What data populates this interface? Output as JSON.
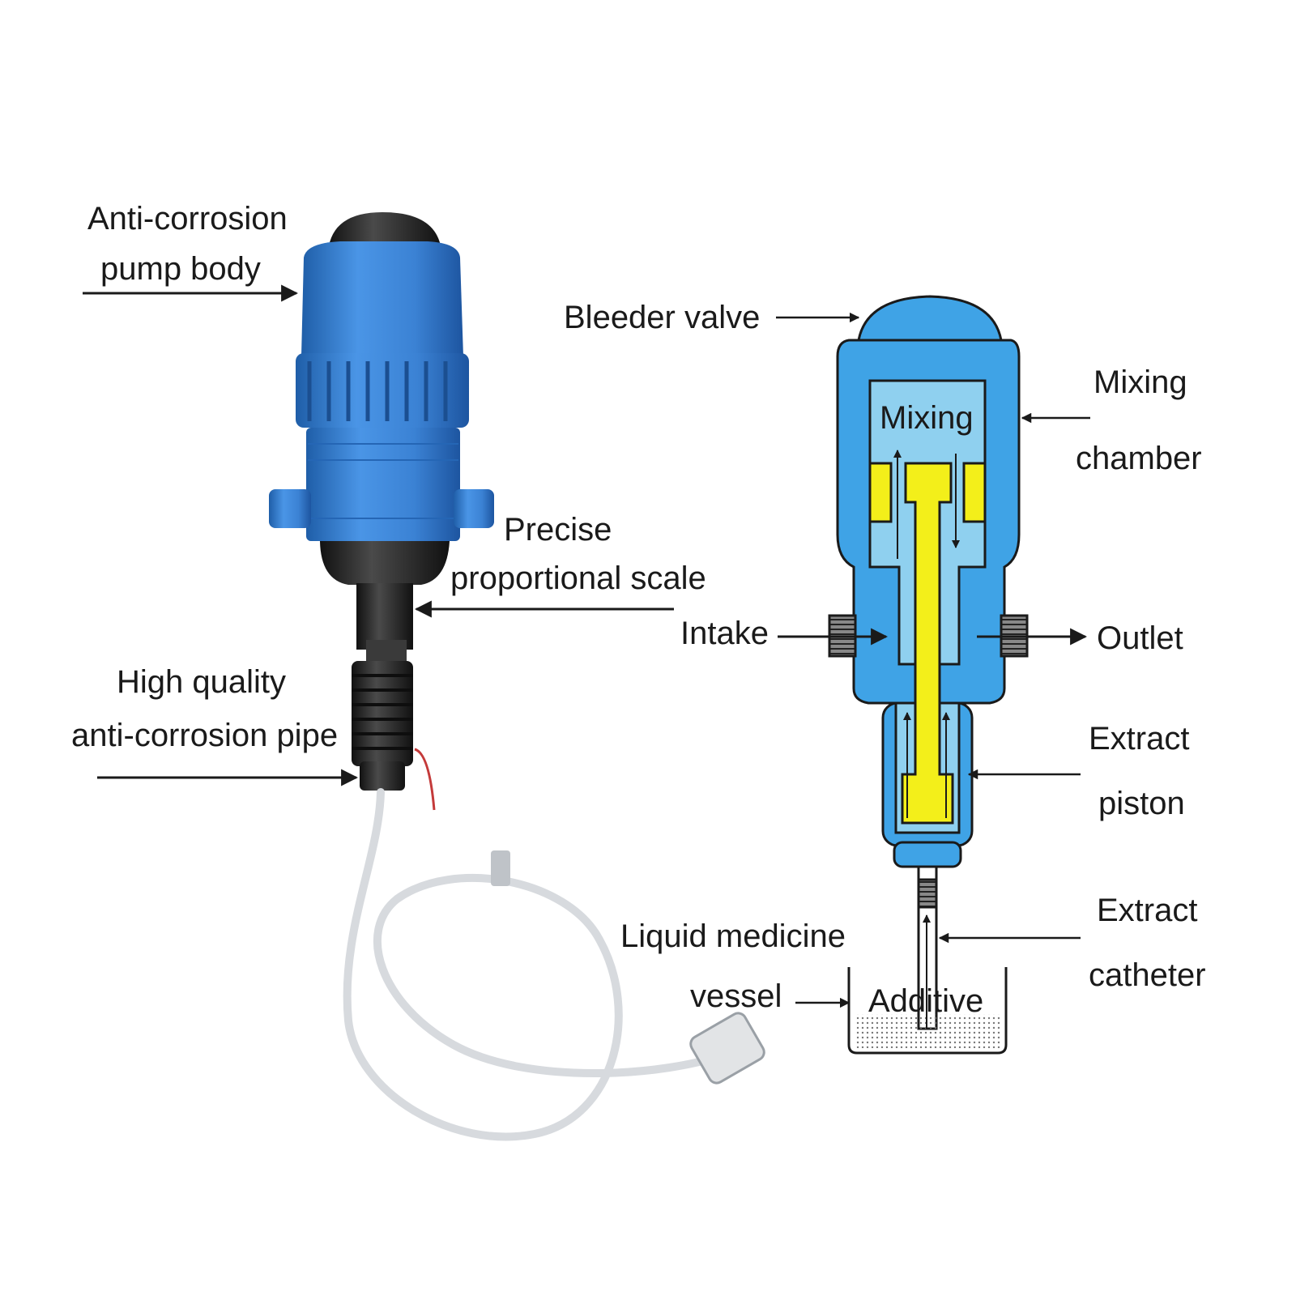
{
  "product_labels": {
    "pump_body": [
      "Anti-corrosion",
      "pump body"
    ],
    "scale": [
      "Precise",
      "proportional scale"
    ],
    "pipe": [
      "High quality",
      "anti-corrosion pipe"
    ]
  },
  "diagram_labels": {
    "bleeder_valve": "Bleeder valve",
    "mixing_inner": "Mixing",
    "mixing_chamber": [
      "Mixing",
      "chamber"
    ],
    "intake": "Intake",
    "outlet": "Outlet",
    "extract_piston": [
      "Extract",
      "piston"
    ],
    "extract_catheter": [
      "Extract",
      "catheter"
    ],
    "vessel": [
      "Liquid medicine",
      "vessel"
    ],
    "additive": "Additive"
  },
  "colors": {
    "pump_blue": "#3d86d8",
    "pump_black": "#2a2a2a",
    "diagram_blue": "#3fa3e6",
    "diagram_light": "#8fd0ef",
    "piston_yellow": "#f3ef1a",
    "outline": "#1a1a1a"
  }
}
